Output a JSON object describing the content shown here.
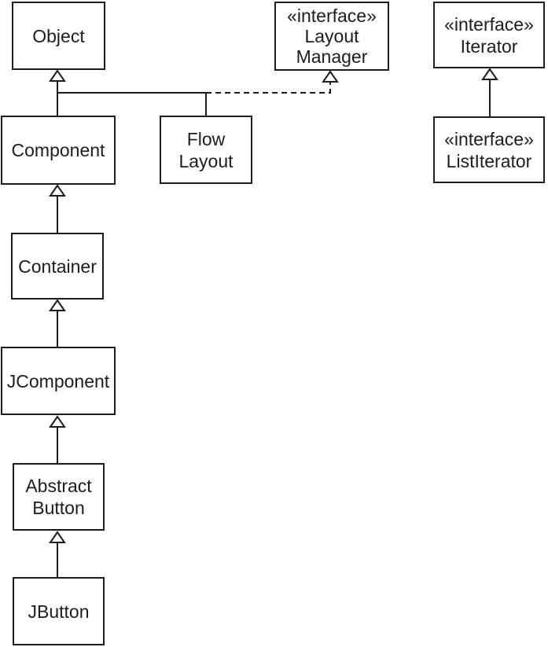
{
  "colors": {
    "background": "#ffffff",
    "line": "#1d1d1b",
    "box_fill": "#ffffff",
    "text": "#1d1d1b"
  },
  "nodes": {
    "object": {
      "lines": [
        "Object"
      ]
    },
    "layout_manager": {
      "lines": [
        "«interface»",
        "Layout",
        "Manager"
      ]
    },
    "iterator": {
      "lines": [
        "«interface»",
        "Iterator"
      ]
    },
    "component": {
      "lines": [
        "Component"
      ]
    },
    "flow_layout": {
      "lines": [
        "Flow",
        "Layout"
      ]
    },
    "list_iterator": {
      "lines": [
        "«interface»",
        "ListIterator"
      ]
    },
    "container": {
      "lines": [
        "Container"
      ]
    },
    "jcomponent": {
      "lines": [
        "JComponent"
      ]
    },
    "abstract_button": {
      "lines": [
        "Abstract",
        "Button"
      ]
    },
    "jbutton": {
      "lines": [
        "JButton"
      ]
    }
  },
  "edges": [
    {
      "from": "Component",
      "to": "Object",
      "type": "generalization"
    },
    {
      "from": "FlowLayout",
      "to": "Object",
      "type": "generalization"
    },
    {
      "from": "FlowLayout",
      "to": "LayoutManager",
      "type": "realization"
    },
    {
      "from": "Container",
      "to": "Component",
      "type": "generalization"
    },
    {
      "from": "JComponent",
      "to": "Container",
      "type": "generalization"
    },
    {
      "from": "AbstractButton",
      "to": "JComponent",
      "type": "generalization"
    },
    {
      "from": "JButton",
      "to": "AbstractButton",
      "type": "generalization"
    },
    {
      "from": "ListIterator",
      "to": "Iterator",
      "type": "generalization"
    }
  ]
}
